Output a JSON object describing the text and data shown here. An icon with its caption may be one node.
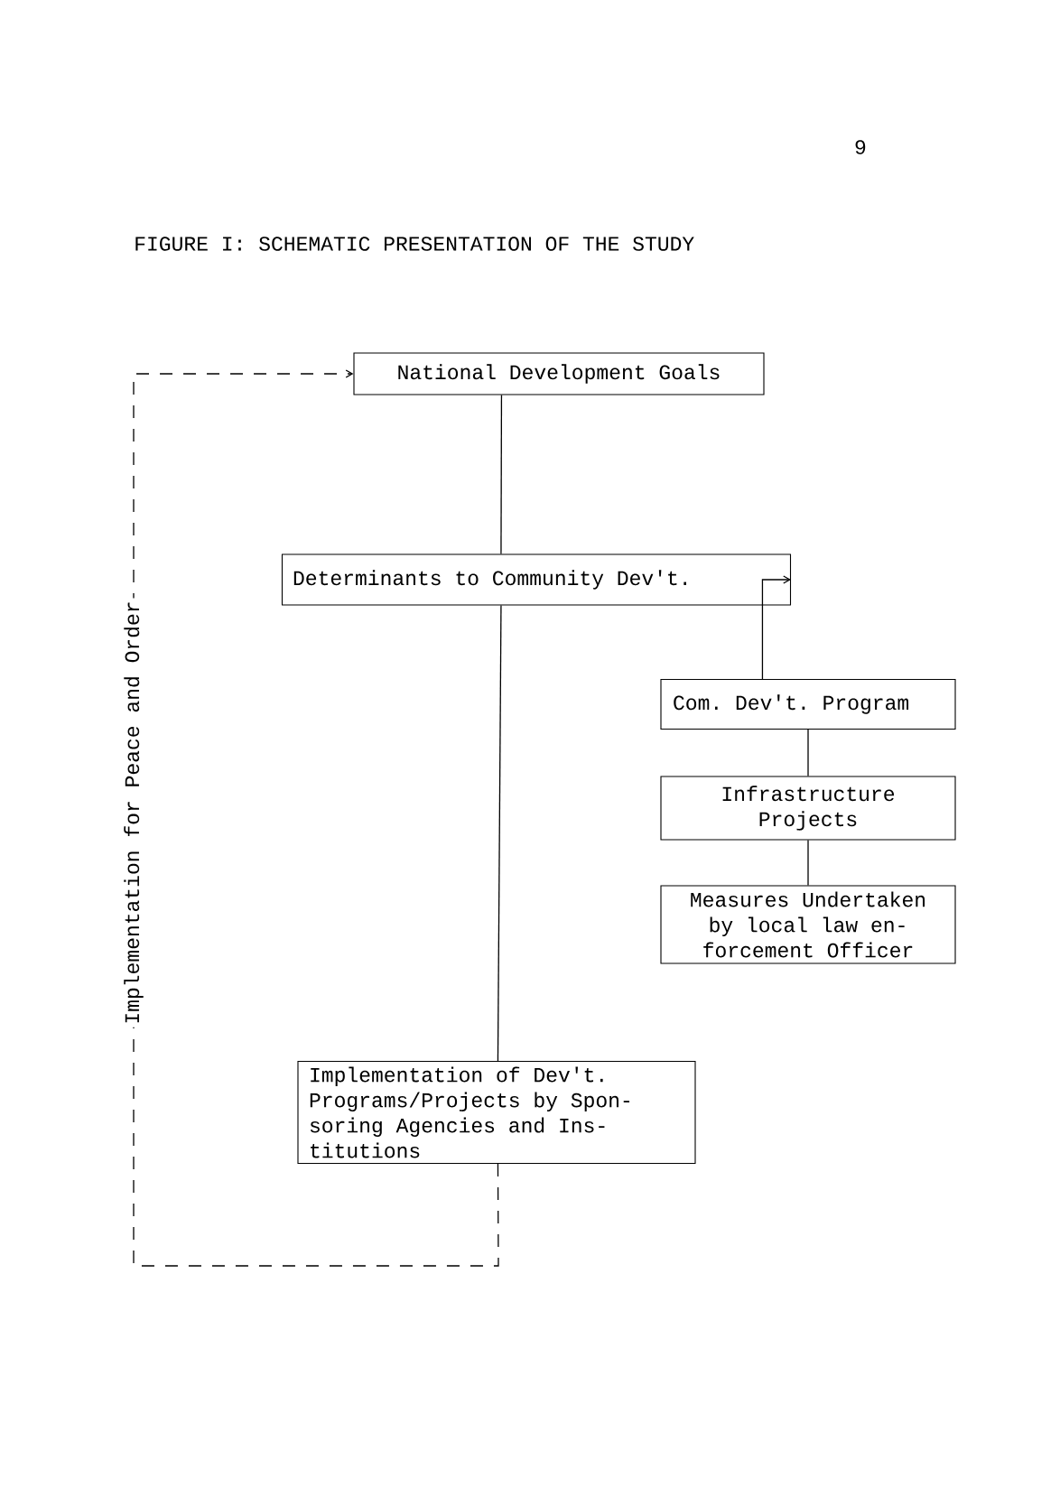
{
  "diagram": {
    "title": "FIGURE I: SCHEMATIC PRESENTATION OF THE STUDY",
    "nodes": [
      {
        "text": [
          "National Development Goals"
        ]
      },
      {
        "text": [
          "Determinants to Community Dev't."
        ]
      },
      {
        "text": [
          "Com. Dev't. Program"
        ]
      },
      {
        "text": [
          "Infrastructure Projects"
        ]
      },
      {
        "text": [
          "Measures Undertaken by local law en- forcement Officer"
        ]
      },
      {
        "text": [
          "Implementation of Dev't. Programs/Projects by Spon- soring Agencies and Ins- titutions"
        ]
      }
    ],
    "edges": [
      {
        "from": 0,
        "to": 1,
        "arrow": "none"
      },
      {
        "from": 2,
        "to": 1,
        "arrow": "to"
      },
      {
        "from": 2,
        "to": 3,
        "arrow": "none"
      },
      {
        "from": 3,
        "to": 4,
        "arrow": "none"
      },
      {
        "from": 1,
        "to": 5,
        "arrow": "none"
      },
      {
        "from": 5,
        "to": 0,
        "arrow": "to",
        "style": "dashed",
        "label": "Implementation for Peace and Order"
      }
    ],
    "labels": [
      "9"
    ]
  }
}
